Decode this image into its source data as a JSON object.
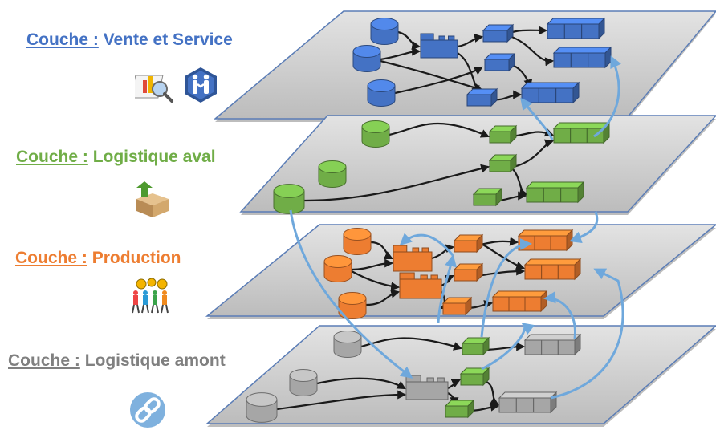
{
  "layers": [
    {
      "id": "vente",
      "prefix": "Couche :",
      "name": "Vente et Service",
      "color": "#4472C4",
      "icons": [
        "analytics-chart-icon",
        "handshake-icon"
      ]
    },
    {
      "id": "aval",
      "prefix": "Couche :",
      "name": "Logistique aval",
      "color": "#70AD47",
      "icons": [
        "box-recycle-icon"
      ]
    },
    {
      "id": "production",
      "prefix": "Couche :",
      "name": "Production",
      "color": "#ED7D31",
      "icons": [
        "team-gears-icon"
      ]
    },
    {
      "id": "amont",
      "prefix": "Couche :",
      "name": "Logistique amont",
      "color": "#808080",
      "icons": [
        "chain-link-icon"
      ]
    }
  ],
  "colors": {
    "plane_fill": "#D0D0D0",
    "plane_edge": "#5B7DB6",
    "link": "#1a1a1a",
    "inter_layer_link": "#6FA8DC",
    "fill_gray": "#A6A6A6",
    "fill_blue": "#4472C4",
    "fill_green": "#70AD47",
    "fill_orange": "#ED7D31"
  }
}
